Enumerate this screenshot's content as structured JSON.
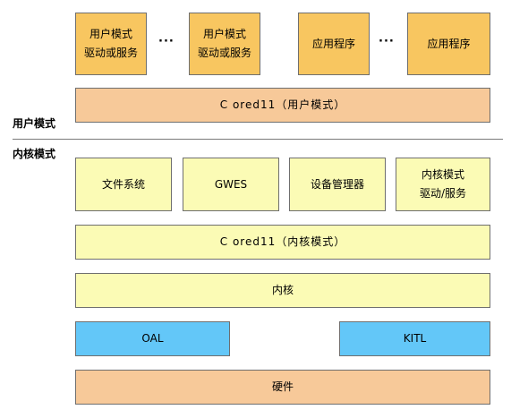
{
  "top_row": {
    "box1": {
      "line1": "用户模式",
      "line2": "驱动或服务"
    },
    "ellipsis1": "···",
    "box2": {
      "line1": "用户模式",
      "line2": "驱动或服务"
    },
    "box3": {
      "label": "应用程序"
    },
    "ellipsis2": "···",
    "box4": {
      "label": "应用程序"
    }
  },
  "user_mode_bar": "C ored11（用户模式）",
  "section_labels": {
    "user_mode": "用户模式",
    "kernel_mode": "内核模式"
  },
  "kernel_components": {
    "file_system": "文件系统",
    "gwes": "GWES",
    "device_manager": "设备管理器",
    "kernel_driver": {
      "line1": "内核模式",
      "line2": "驱动/服务"
    }
  },
  "kernel_mode_bar": "C ored11（内核模式）",
  "kernel_bar": "内核",
  "oal": "OAL",
  "kitl": "KITL",
  "hardware": "硬件",
  "colors": {
    "orange_strong": "#f8c660",
    "orange_light": "#f7c999",
    "yellow_light": "#fbfbb5",
    "blue": "#63c7f8"
  }
}
